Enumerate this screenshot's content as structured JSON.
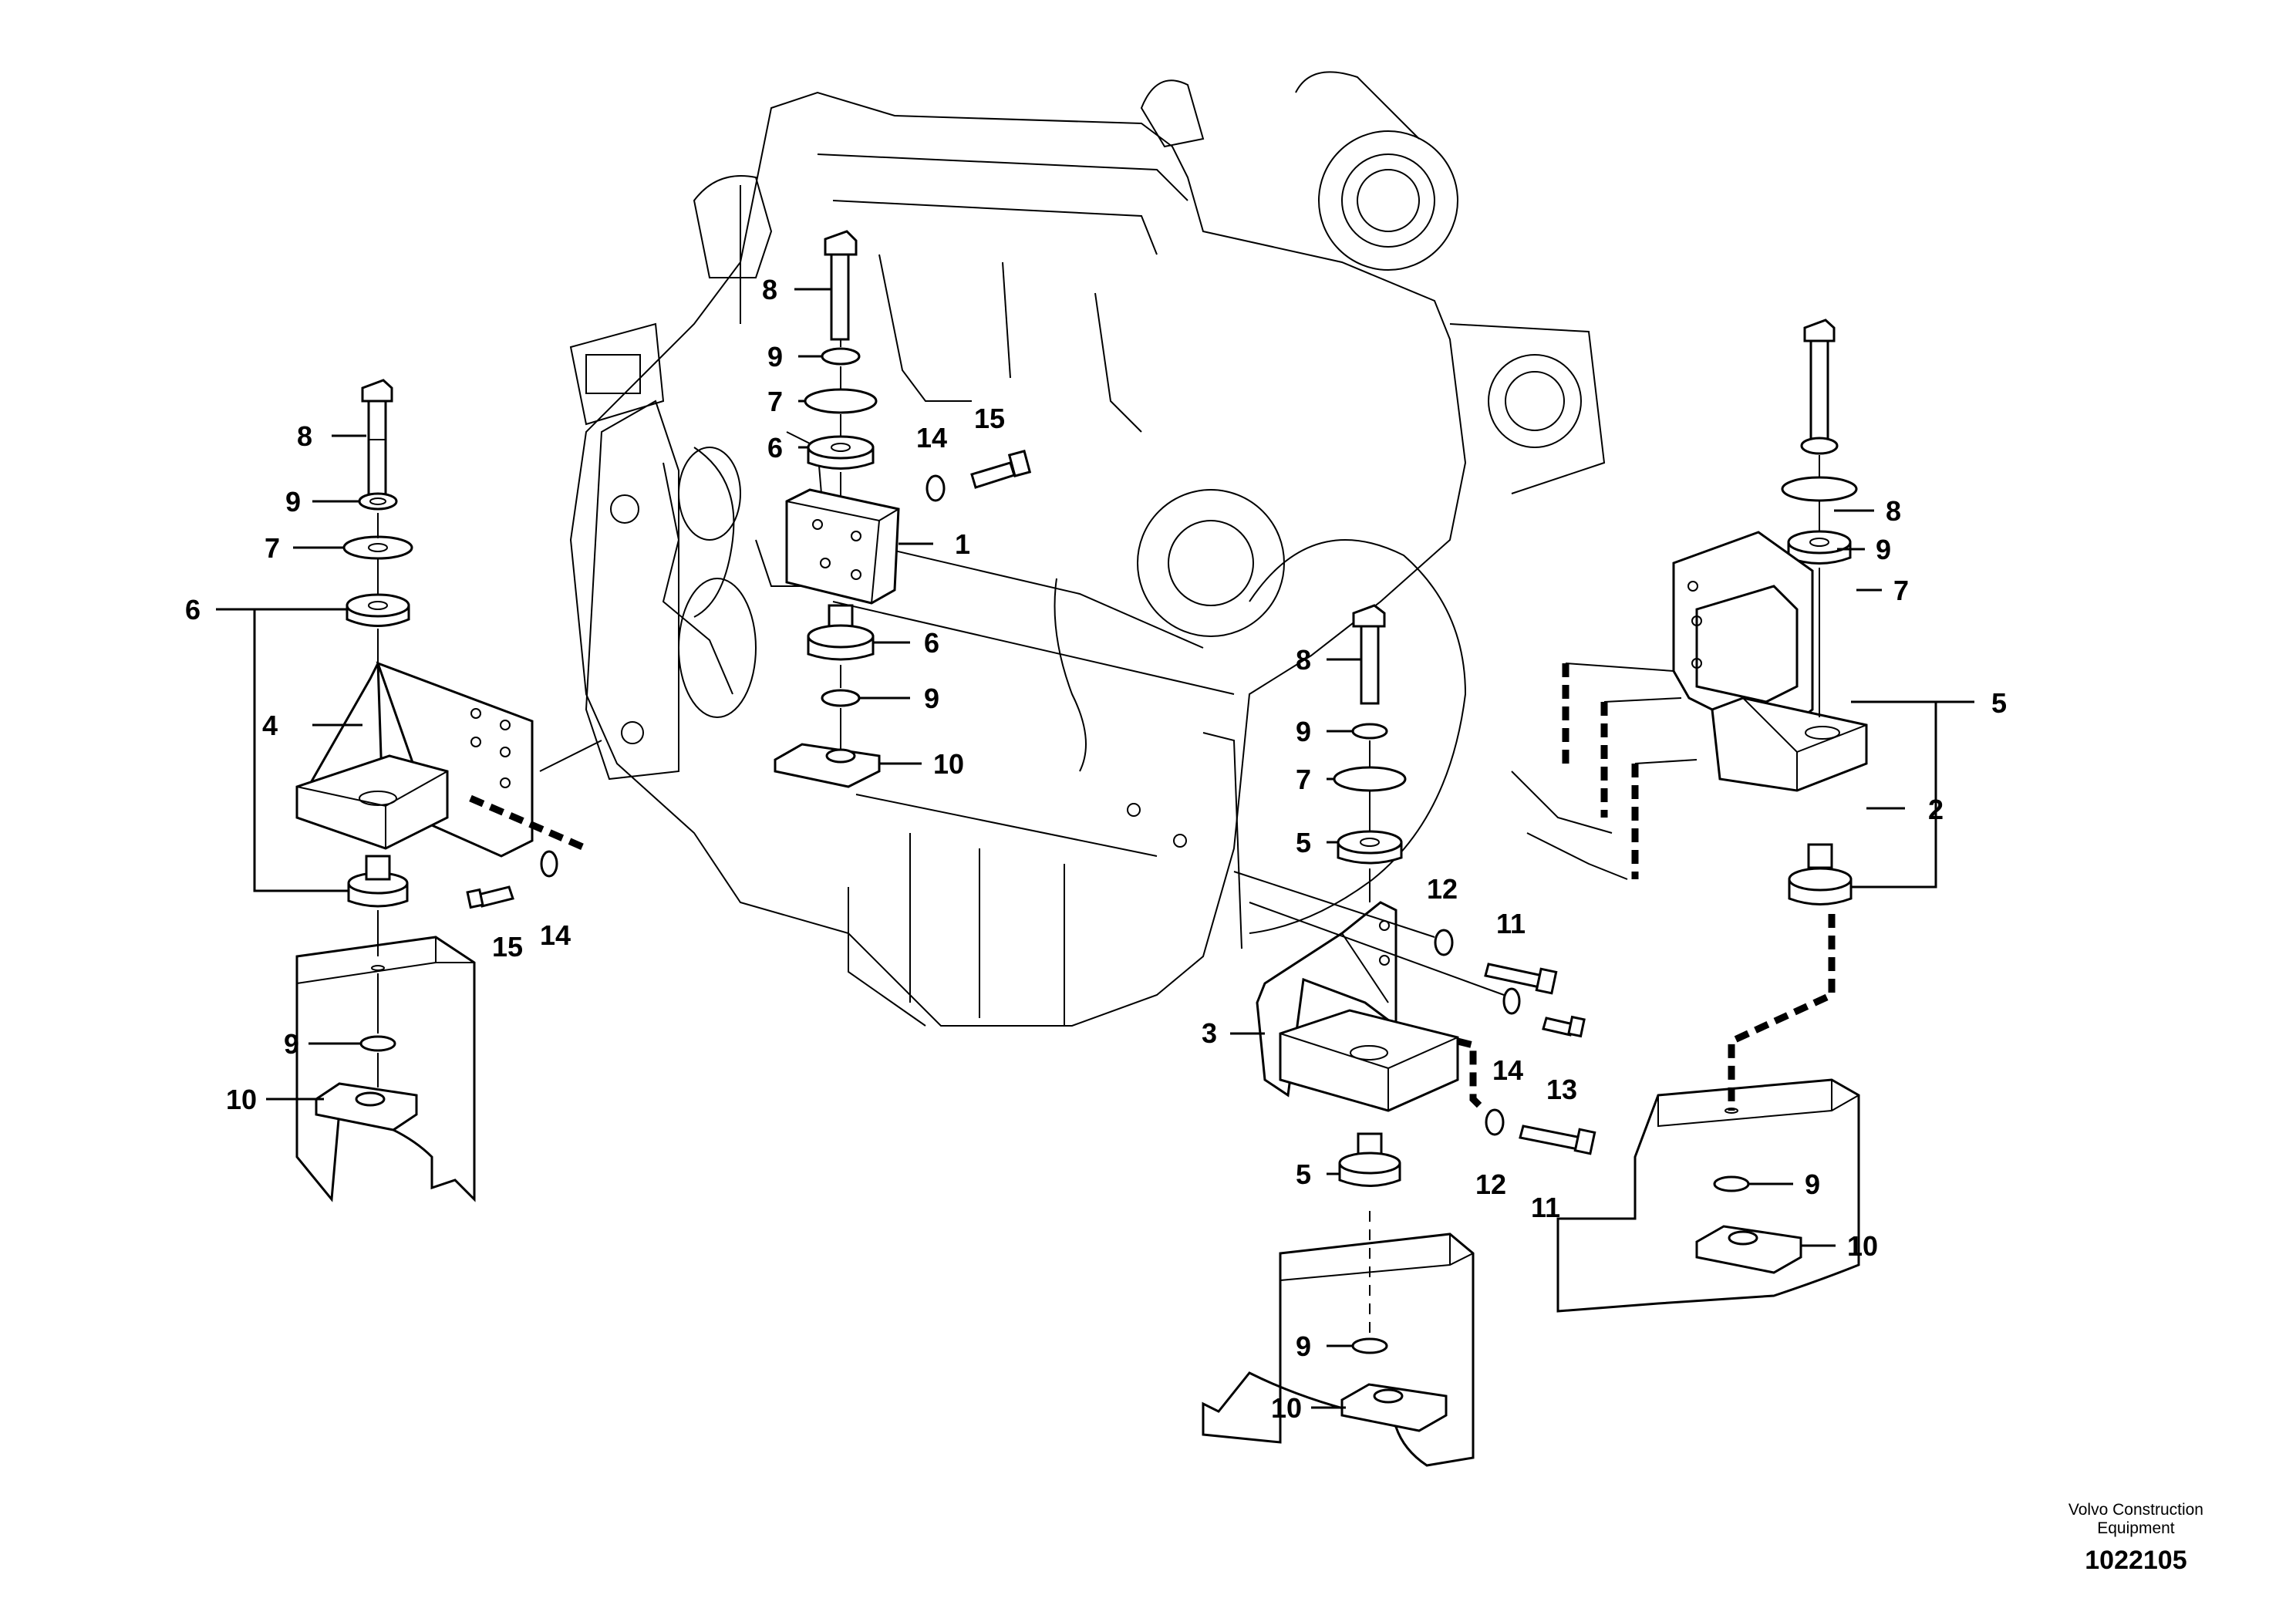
{
  "callouts": [
    {
      "id": "c1",
      "label": "1"
    },
    {
      "id": "c2",
      "label": "2"
    },
    {
      "id": "c3",
      "label": "3"
    },
    {
      "id": "c4",
      "label": "4"
    },
    {
      "id": "c5a",
      "label": "5"
    },
    {
      "id": "c5b",
      "label": "5"
    },
    {
      "id": "c5c",
      "label": "5"
    },
    {
      "id": "c6a",
      "label": "6"
    },
    {
      "id": "c6b",
      "label": "6"
    },
    {
      "id": "c6c",
      "label": "6"
    },
    {
      "id": "c7a",
      "label": "7"
    },
    {
      "id": "c7b",
      "label": "7"
    },
    {
      "id": "c7c",
      "label": "7"
    },
    {
      "id": "c7d",
      "label": "7"
    },
    {
      "id": "c8a",
      "label": "8"
    },
    {
      "id": "c8b",
      "label": "8"
    },
    {
      "id": "c8c",
      "label": "8"
    },
    {
      "id": "c8d",
      "label": "8"
    },
    {
      "id": "c9a",
      "label": "9"
    },
    {
      "id": "c9b",
      "label": "9"
    },
    {
      "id": "c9c",
      "label": "9"
    },
    {
      "id": "c9d",
      "label": "9"
    },
    {
      "id": "c9e",
      "label": "9"
    },
    {
      "id": "c9f",
      "label": "9"
    },
    {
      "id": "c9g",
      "label": "9"
    },
    {
      "id": "c9h",
      "label": "9"
    },
    {
      "id": "c10a",
      "label": "10"
    },
    {
      "id": "c10b",
      "label": "10"
    },
    {
      "id": "c10c",
      "label": "10"
    },
    {
      "id": "c10d",
      "label": "10"
    },
    {
      "id": "c11a",
      "label": "11"
    },
    {
      "id": "c11b",
      "label": "11"
    },
    {
      "id": "c12a",
      "label": "12"
    },
    {
      "id": "c12b",
      "label": "12"
    },
    {
      "id": "c13",
      "label": "13"
    },
    {
      "id": "c14a",
      "label": "14"
    },
    {
      "id": "c14b",
      "label": "14"
    },
    {
      "id": "c14c",
      "label": "14"
    },
    {
      "id": "c15a",
      "label": "15"
    },
    {
      "id": "c15b",
      "label": "15"
    }
  ],
  "footer": {
    "maker_line1": "Volvo Construction",
    "maker_line2": "Equipment",
    "drawing_number": "1022105"
  }
}
